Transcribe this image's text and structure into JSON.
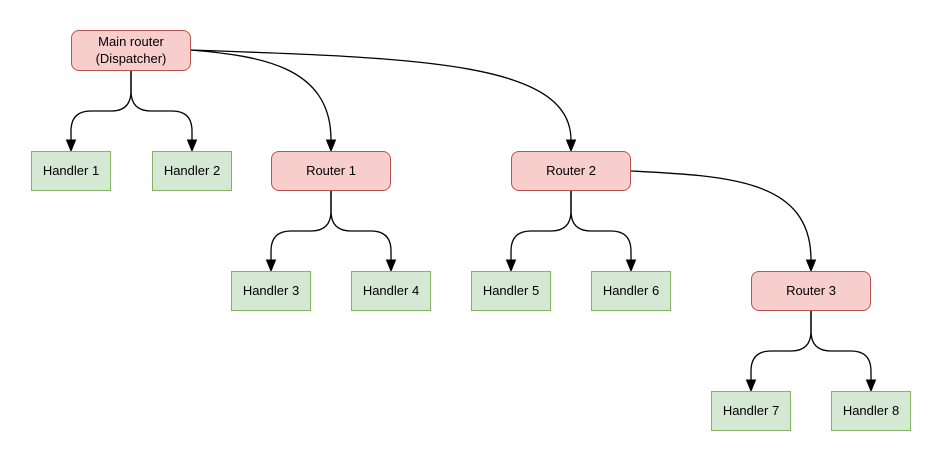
{
  "diagram": {
    "background_color": "#ffffff",
    "edge_color": "#000000",
    "node_styles": {
      "router": {
        "fill_color": "#f8cecc",
        "border_color": "#b85450"
      },
      "handler": {
        "fill_color": "#d5e8d4",
        "border_color": "#82b366"
      }
    },
    "nodes": {
      "main_router": {
        "type": "router",
        "label_line1": "Main router",
        "label_line2": "(Dispatcher)"
      },
      "router1": {
        "type": "router",
        "label": "Router 1"
      },
      "router2": {
        "type": "router",
        "label": "Router 2"
      },
      "router3": {
        "type": "router",
        "label": "Router 3"
      },
      "handler1": {
        "type": "handler",
        "label": "Handler 1"
      },
      "handler2": {
        "type": "handler",
        "label": "Handler 2"
      },
      "handler3": {
        "type": "handler",
        "label": "Handler 3"
      },
      "handler4": {
        "type": "handler",
        "label": "Handler 4"
      },
      "handler5": {
        "type": "handler",
        "label": "Handler 5"
      },
      "handler6": {
        "type": "handler",
        "label": "Handler 6"
      },
      "handler7": {
        "type": "handler",
        "label": "Handler 7"
      },
      "handler8": {
        "type": "handler",
        "label": "Handler 8"
      }
    },
    "edges": [
      {
        "from": "main_router",
        "to": "handler1"
      },
      {
        "from": "main_router",
        "to": "handler2"
      },
      {
        "from": "main_router",
        "to": "router1"
      },
      {
        "from": "main_router",
        "to": "router2"
      },
      {
        "from": "router1",
        "to": "handler3"
      },
      {
        "from": "router1",
        "to": "handler4"
      },
      {
        "from": "router2",
        "to": "handler5"
      },
      {
        "from": "router2",
        "to": "handler6"
      },
      {
        "from": "router2",
        "to": "router3"
      },
      {
        "from": "router3",
        "to": "handler7"
      },
      {
        "from": "router3",
        "to": "handler8"
      }
    ]
  }
}
